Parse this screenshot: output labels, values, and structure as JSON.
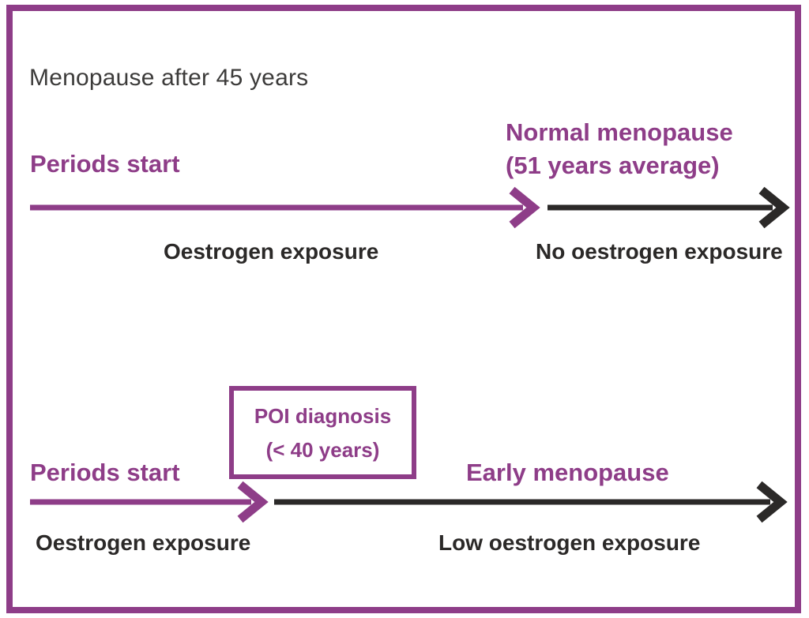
{
  "colors": {
    "purple": "#8e3d88",
    "ink": "#2b2928",
    "title-ink": "#3c3b3a"
  },
  "title": "Menopause after 45 years",
  "normal_timeline": {
    "start_label": "Periods start",
    "menopause_label_line1": "Normal menopause",
    "menopause_label_line2": "(51 years average)",
    "exposure_label": "Oestrogen exposure",
    "post_label": "No oestrogen exposure"
  },
  "poi_timeline": {
    "start_label": "Periods start",
    "box_line1": "POI diagnosis",
    "box_line2": "(< 40 years)",
    "menopause_label": "Early menopause",
    "exposure_label": "Oestrogen exposure",
    "post_label": "Low oestrogen exposure"
  }
}
